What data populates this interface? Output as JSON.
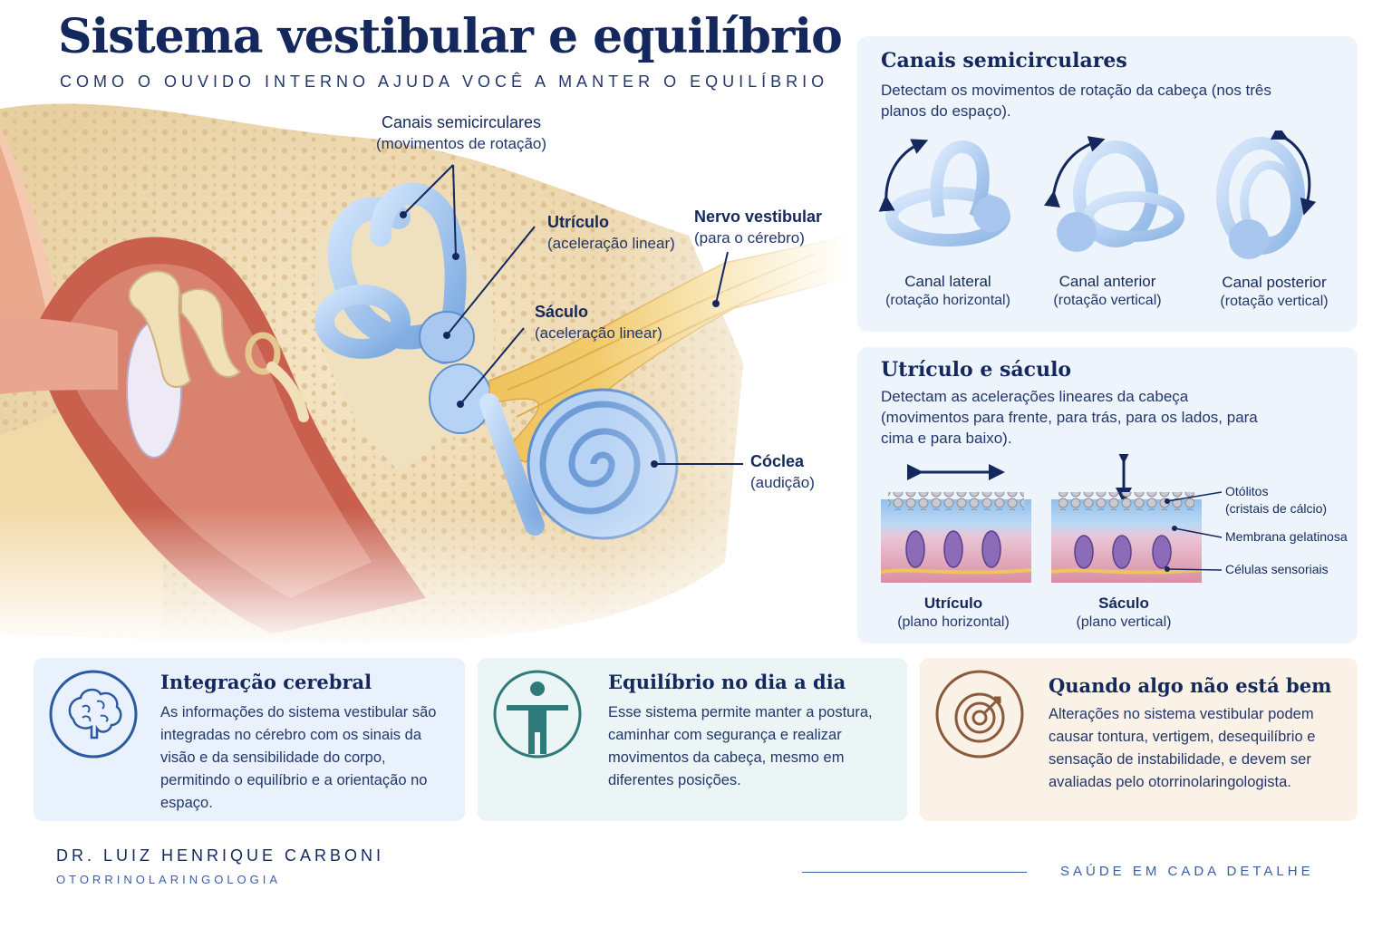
{
  "header": {
    "title": "Sistema vestibular e equilíbrio",
    "subtitle": "COMO O OUVIDO INTERNO AJUDA VOCÊ A MANTER O EQUILÍBRIO"
  },
  "illustration": {
    "labels": {
      "canais": {
        "title": "Canais semicirculares",
        "sub": "(movimentos de rotação)"
      },
      "utriculo": {
        "title": "Utrículo",
        "sub": "(aceleração linear)"
      },
      "nervo": {
        "title": "Nervo vestibular",
        "sub": "(para o cérebro)"
      },
      "saculo": {
        "title": "Sáculo",
        "sub": "(aceleração linear)"
      },
      "coclea": {
        "title": "Cóclea",
        "sub": "(audição)"
      }
    }
  },
  "panel_canais": {
    "title": "Canais semicirculares",
    "text": "Detectam os movimentos de rotação da cabeça (nos três planos do espaço).",
    "canals": [
      {
        "name": "Canal lateral",
        "desc": "(rotação horizontal)"
      },
      {
        "name": "Canal anterior",
        "desc": "(rotação vertical)"
      },
      {
        "name": "Canal posterior",
        "desc": "(rotação vertical)"
      }
    ]
  },
  "panel_otolitos": {
    "title": "Utrículo e sáculo",
    "text": "Detectam as acelerações lineares da cabeça (movimentos para frente, para trás, para os lados, para cima e para baixo).",
    "organs": [
      {
        "name": "Utrículo",
        "desc": "(plano horizontal)"
      },
      {
        "name": "Sáculo",
        "desc": "(plano vertical)"
      }
    ],
    "legend": [
      {
        "title": "Otólitos",
        "sub": "(cristais de cálcio)"
      },
      {
        "title": "Membrana gelatinosa",
        "sub": ""
      },
      {
        "title": "Células sensoriais",
        "sub": ""
      }
    ]
  },
  "cards": [
    {
      "title": "Integração cerebral",
      "text": "As informações do sistema vestibular são integradas no cérebro com os sinais da visão e da sensibilidade do corpo, permitindo o equilíbrio e a orientação no espaço.",
      "icon": "brain-icon",
      "color": "#2c5aa0",
      "bg": "#e9f2fc"
    },
    {
      "title": "Equilíbrio no dia a dia",
      "text": "Esse sistema permite manter a postura, caminhar com segurança e realizar movimentos da cabeça, mesmo em diferentes posições.",
      "icon": "person-balance-icon",
      "color": "#2e7a78",
      "bg": "#ebf5f5"
    },
    {
      "title": "Quando algo não está bem",
      "text": "Alterações no sistema vestibular podem causar tontura, vertigem, desequilíbrio e sensação de instabilidade, e devem ser avaliadas pelo otorrinolaringologista.",
      "icon": "spiral-target-icon",
      "color": "#8a5a3a",
      "bg": "#faf1e7"
    }
  ],
  "footer": {
    "name": "DR. LUIZ HENRIQUE CARBONI",
    "specialty": "OTORRINOLARINGOLOGIA",
    "tagline": "SAÚDE EM CADA DETALHE"
  }
}
